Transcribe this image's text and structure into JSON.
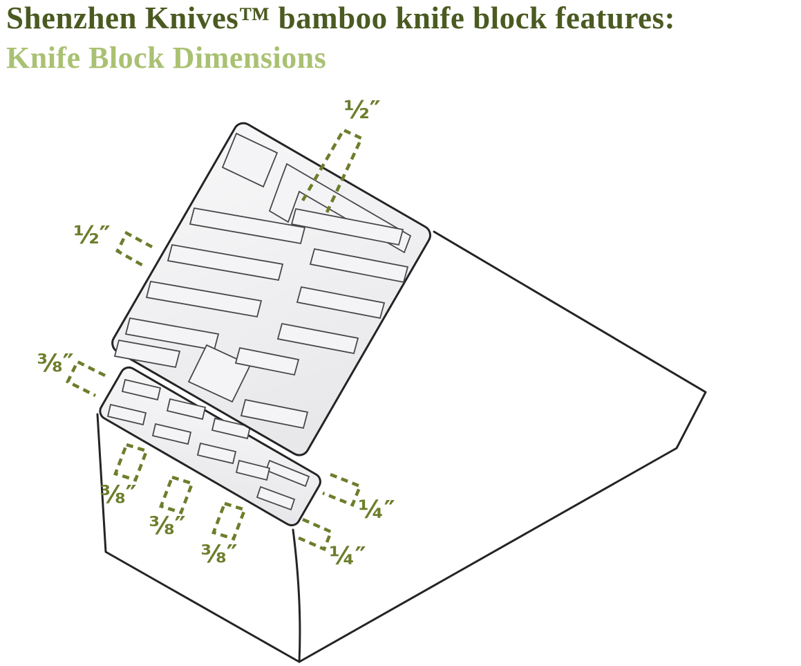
{
  "header": {
    "title": "Shenzhen Knives™ bamboo knife block features:",
    "subtitle": "Knife Block Dimensions"
  },
  "diagram": {
    "description": "Isometric line drawing of a bamboo knife block with two slot panels and dashed slot-width callouts",
    "labels": {
      "top_slot": "½″",
      "left_slot": "½″",
      "left_small_slot": "⅜″",
      "bottom_slot_1": "⅜″",
      "bottom_slot_2": "⅜″",
      "bottom_slot_3": "⅜″",
      "right_slot_upper": "¼″",
      "right_slot_lower": "¼″"
    },
    "colors": {
      "dimension_green": "#6c7e2c",
      "title_green": "#4b5a21",
      "subtitle_green": "#a9c172",
      "outline": "#242424",
      "panel_fill": "#efeff1"
    }
  }
}
